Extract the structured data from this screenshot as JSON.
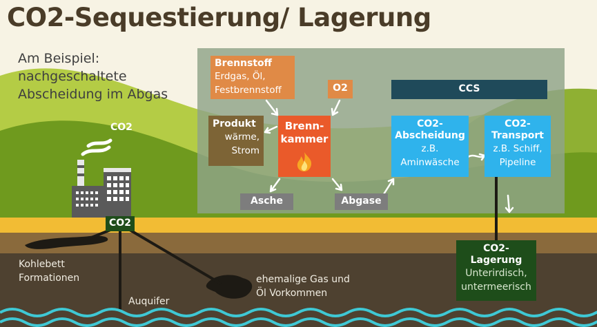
{
  "title": "CO2-Sequestierung/ Lagerung",
  "intro": "Am Beispiel:\nnachgeschaltete\nAbscheidung im Abgas",
  "smoke_label": "CO2",
  "factory_co2": "CO2",
  "process": {
    "brennstoff": {
      "title": "Brennstoff",
      "sub": "Erdgas, Öl,\nFestbrennstoff"
    },
    "o2": "O2",
    "produkt": {
      "title": "Produkt",
      "sub": "wärme,\nStrom"
    },
    "brennkammer": {
      "title": "Brenn-\nkammer",
      "icon": "flame-icon"
    },
    "ccs": "CCS",
    "abscheidung": {
      "title": "CO2-\nAbscheidung",
      "sub": "z.B.\nAminwäsche"
    },
    "transport": {
      "title": "CO2-\nTransport",
      "sub": "z.B. Schiff,\nPipeline"
    },
    "asche": "Asche",
    "abgase": "Abgase"
  },
  "lagerung": {
    "title": "CO2-\nLagerung",
    "sub": "Unterirdisch,\nuntermeerisch"
  },
  "geology": {
    "kohlebett": "Kohlebett\nFormationen",
    "gas_oel": "ehemalige Gas und\nÖl Vorkommen",
    "auquifer": "Auquifer"
  },
  "colors": {
    "hill_light": "#b4cc45",
    "hill_dark": "#6f9a1e",
    "sand": "#f2bc34",
    "soil": "#8a6a3c",
    "deep": "#4e4130",
    "water": "#3fc8d4",
    "panel": "#8fa389",
    "orange": "#e08a46",
    "red": "#ea5a2a",
    "blue": "#2fb3ec",
    "navy": "#1f4a5a",
    "brown": "#7d6436",
    "gray": "#7d7d7d",
    "dark_green": "#1e4d1a"
  }
}
